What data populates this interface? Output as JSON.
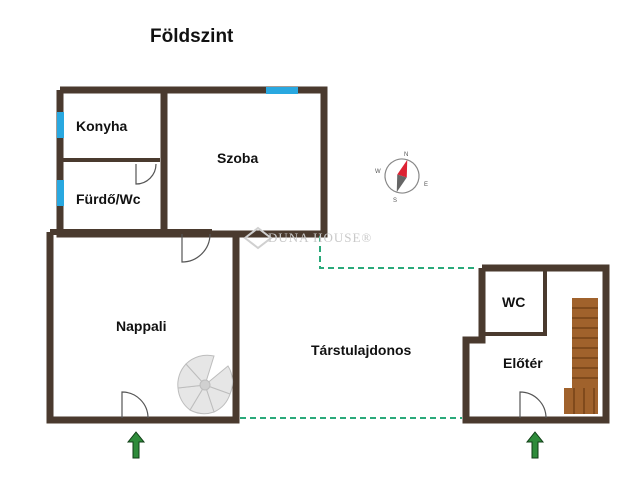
{
  "floor_title": "Földszint",
  "rooms": {
    "konyha": "Konyha",
    "szoba": "Szoba",
    "furdo": "Fürdő/Wc",
    "nappali": "Nappali",
    "tarstulajdonos": "Társtulajdonos",
    "wc": "WC",
    "eloter": "Előtér"
  },
  "watermark": "DUNA HOUSE®",
  "compass_letters": [
    "N",
    "E",
    "S",
    "W"
  ],
  "colors": {
    "wall": "#4a3a2e",
    "window": "#29a8e0",
    "boundary": "#2aa97a",
    "stairs": "#a0622c",
    "entrance_arrow": "#2e8b3a"
  },
  "icons": [
    "compass-icon",
    "entrance-arrow-icon",
    "spiral-stair-icon",
    "stair-icon",
    "door-icon",
    "duna-house-logo-icon"
  ]
}
